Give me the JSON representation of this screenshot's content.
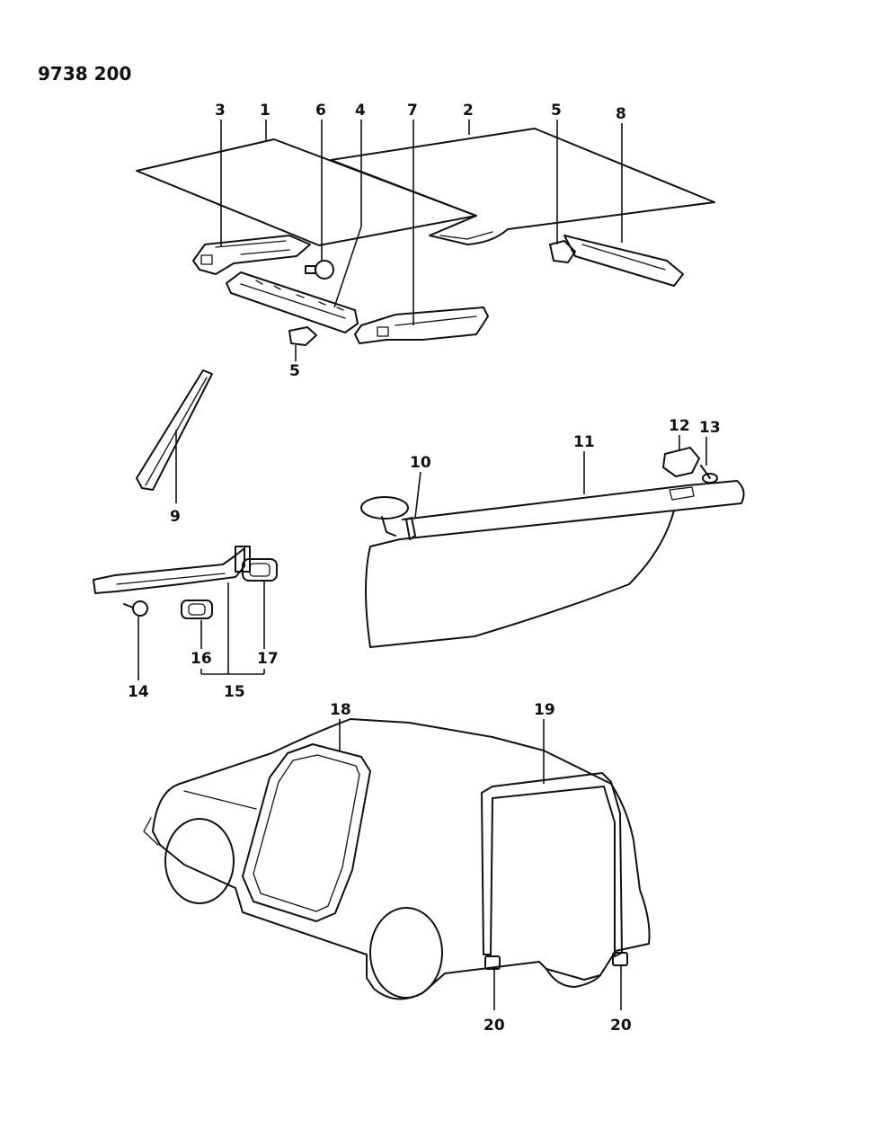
{
  "drawing_number": "9738 200",
  "callouts": {
    "c1": "1",
    "c2": "2",
    "c3": "3",
    "c4": "4",
    "c5a": "5",
    "c5b": "5",
    "c6": "6",
    "c7": "7",
    "c8": "8",
    "c9": "9",
    "c10": "10",
    "c11": "11",
    "c12": "12",
    "c13": "13",
    "c14": "14",
    "c15": "15",
    "c16": "16",
    "c17": "17",
    "c18": "18",
    "c19": "19",
    "c20a": "20",
    "c20b": "20"
  }
}
